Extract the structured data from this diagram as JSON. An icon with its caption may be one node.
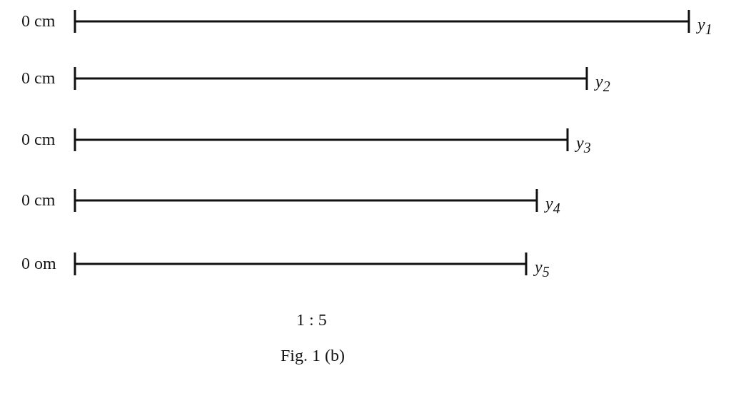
{
  "diagram": {
    "caption": "Fig. 1 (b)",
    "labels": [
      "0 cm",
      "y$_{1}$",
      "0 cm",
      "y$_{2}$",
      "0 cm",
      "y$_{3}$",
      "0 cm",
      "y$_{4}$",
      "0 om",
      "y$_{5}$",
      "1 : 5"
    ]
  }
}
